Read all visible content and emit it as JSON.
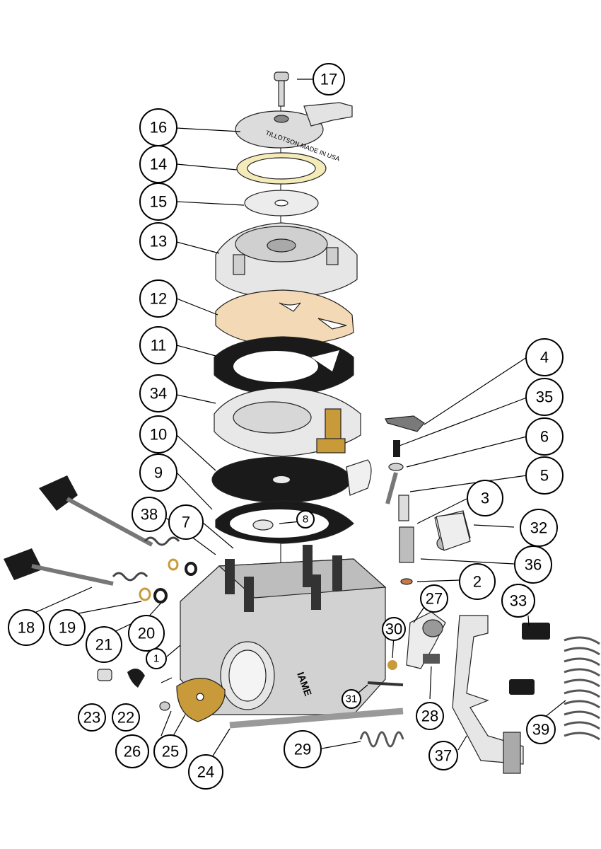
{
  "callouts": [
    {
      "id": "17",
      "label": "17",
      "size": "large"
    },
    {
      "id": "16",
      "label": "16",
      "size": "large"
    },
    {
      "id": "14",
      "label": "14",
      "size": "large"
    },
    {
      "id": "15",
      "label": "15",
      "size": "large"
    },
    {
      "id": "13",
      "label": "13",
      "size": "large"
    },
    {
      "id": "12",
      "label": "12",
      "size": "large"
    },
    {
      "id": "11",
      "label": "11",
      "size": "large"
    },
    {
      "id": "34",
      "label": "34",
      "size": "large"
    },
    {
      "id": "10",
      "label": "10",
      "size": "large"
    },
    {
      "id": "9",
      "label": "9",
      "size": "large"
    },
    {
      "id": "38",
      "label": "38",
      "size": "large"
    },
    {
      "id": "7",
      "label": "7",
      "size": "large"
    },
    {
      "id": "8",
      "label": "8",
      "size": "small"
    },
    {
      "id": "4",
      "label": "4",
      "size": "large"
    },
    {
      "id": "35",
      "label": "35",
      "size": "large"
    },
    {
      "id": "6",
      "label": "6",
      "size": "large"
    },
    {
      "id": "5",
      "label": "5",
      "size": "large"
    },
    {
      "id": "3",
      "label": "3",
      "size": "large"
    },
    {
      "id": "32",
      "label": "32",
      "size": "large"
    },
    {
      "id": "36",
      "label": "36",
      "size": "large"
    },
    {
      "id": "2",
      "label": "2",
      "size": "large"
    },
    {
      "id": "27",
      "label": "27",
      "size": "medium"
    },
    {
      "id": "33",
      "label": "33",
      "size": "large"
    },
    {
      "id": "30",
      "label": "30",
      "size": "medium"
    },
    {
      "id": "18",
      "label": "18",
      "size": "large"
    },
    {
      "id": "19",
      "label": "19",
      "size": "large"
    },
    {
      "id": "21",
      "label": "21",
      "size": "large"
    },
    {
      "id": "20",
      "label": "20",
      "size": "large"
    },
    {
      "id": "1",
      "label": "1",
      "size": "small"
    },
    {
      "id": "31",
      "label": "31",
      "size": "small"
    },
    {
      "id": "28",
      "label": "28",
      "size": "medium"
    },
    {
      "id": "39",
      "label": "39",
      "size": "medium"
    },
    {
      "id": "23",
      "label": "23",
      "size": "medium"
    },
    {
      "id": "22",
      "label": "22",
      "size": "medium"
    },
    {
      "id": "26",
      "label": "26",
      "size": "large"
    },
    {
      "id": "25",
      "label": "25",
      "size": "large"
    },
    {
      "id": "24",
      "label": "24",
      "size": "large"
    },
    {
      "id": "29",
      "label": "29",
      "size": "large"
    },
    {
      "id": "37",
      "label": "37",
      "size": "medium"
    }
  ],
  "stamps": {
    "top_cover": "TILLOTSON MADE IN USA",
    "body": "IAME"
  },
  "colors": {
    "gasket_beige": "#f3d9b5",
    "brass": "#c89a3a",
    "metal_light": "#e4e4e4",
    "metal_mid": "#b9b9b9",
    "rubber_black": "#1a1a1a",
    "ring_cream": "#f5ebb9"
  }
}
